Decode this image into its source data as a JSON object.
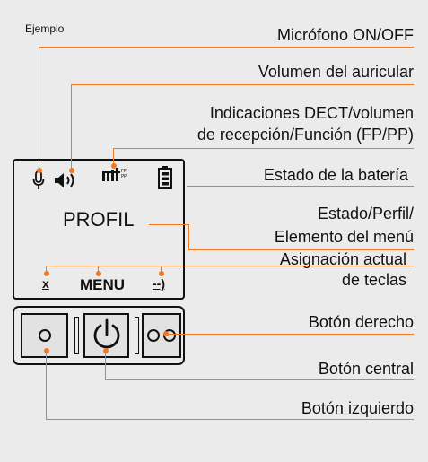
{
  "example_label": "Ejemplo",
  "labels": {
    "microphone": "Micrófono ON/OFF",
    "volume": "Volumen del auricular",
    "dect_line1": "Indicaciones DECT/volumen",
    "dect_line2": "de recepción/Función (FP/PP)",
    "battery": "Estado de la batería",
    "state_line1": "Estado/Perfil/",
    "state_line2": "Elemento del menú",
    "soft_line1": "Asignación actual",
    "soft_line2": "de teclas",
    "right_button": "Botón derecho",
    "center_button": "Botón central",
    "left_button": "Botón izquierdo"
  },
  "display": {
    "main_text": "PROFIL",
    "soft_left": "x",
    "soft_center": "MENU",
    "soft_right": "--)",
    "fp_label": "FP",
    "pp_label": "PP"
  },
  "icons": {
    "microphone": "microphone-icon",
    "speaker": "speaker-volume-icon",
    "signal": "dect-signal-icon",
    "battery": "battery-icon",
    "power": "power-icon"
  },
  "colors": {
    "leader_lines": "#f07823",
    "background": "#ebebeb",
    "outline": "#111111"
  }
}
